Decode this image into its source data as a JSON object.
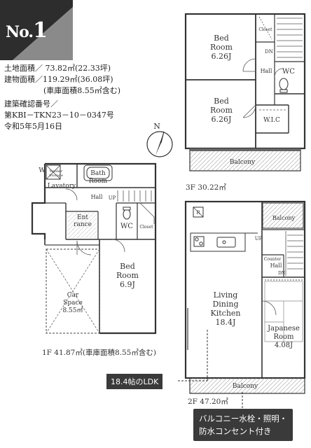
{
  "badge": {
    "prefix": "No.",
    "number": "1"
  },
  "info": {
    "land_area": "土地面積／ 73.82㎡(22.33坪)",
    "building_area": "建物面積／119.29㎡(36.08坪)",
    "garage_note": "(車庫面積8.55㎡含む)",
    "cert_label": "建築確認番号／",
    "cert_number": "第KBI－TKN23－10－0347号",
    "cert_date": "令和5年5月16日"
  },
  "compass": {
    "label": "N"
  },
  "floor3": {
    "caption": "3F 30.22㎡",
    "rooms": {
      "bed1": [
        "Bed",
        "Room",
        "6.26J"
      ],
      "bed2": [
        "Bed",
        "Room",
        "6.26J"
      ],
      "closet": "Closet",
      "dn": "DN",
      "hall": "Hall",
      "wc": "WC",
      "wic": "W.I.C",
      "balcony": "Balcony"
    }
  },
  "floor1": {
    "caption": "1F 41.87㎡(車庫面積8.55㎡含む)",
    "rooms": {
      "washer": "W",
      "washer_note": [
        "Washer",
        "Storage"
      ],
      "lavatory": "Lavatory",
      "bath": [
        "Bath",
        "Room"
      ],
      "hall": "Hall",
      "up": "UP",
      "entrance": [
        "Ent",
        "rance"
      ],
      "wc": "WC",
      "closet": "Closet",
      "bed": [
        "Bed",
        "Room",
        "6.9J"
      ],
      "car": [
        "Car",
        "Space",
        "8.55㎡"
      ]
    }
  },
  "floor2": {
    "caption": "2F 47.20㎡",
    "rooms": {
      "r": "R",
      "balcony_top": "Balcony",
      "up": "UP",
      "counter": "Counter",
      "hall": "Hall",
      "dn": "DN",
      "ldk": [
        "Living",
        "Dining",
        "Kitchen",
        "18.4J"
      ],
      "japanese": [
        "Japanese",
        "Room",
        "4.08J"
      ],
      "balcony_bottom": "Balcony"
    }
  },
  "callouts": {
    "ldk": "18.4帖のLDK",
    "balcony_line1": "バルコニー水栓・照明・",
    "balcony_line2": "防水コンセント付き"
  }
}
